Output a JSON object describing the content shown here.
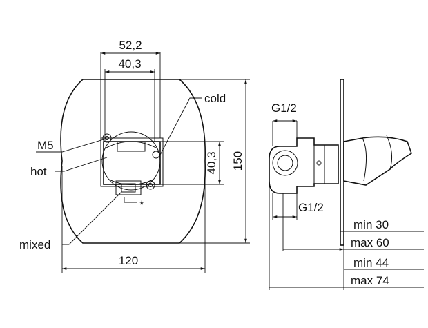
{
  "dimensions": {
    "front_width": "120",
    "front_height": "150",
    "body_outer_width": "52,2",
    "body_inner_width": "40,3",
    "body_height": "40,3"
  },
  "callouts": {
    "cold": "cold",
    "m5": "M5",
    "hot": "hot",
    "mixed": "mixed",
    "asterisk": "*"
  },
  "side": {
    "thread_top": "G1/2",
    "thread_bottom": "G1/2",
    "min_a": "min 30",
    "max_a": "max 60",
    "min_b": "min 44",
    "max_b": "max 74"
  }
}
